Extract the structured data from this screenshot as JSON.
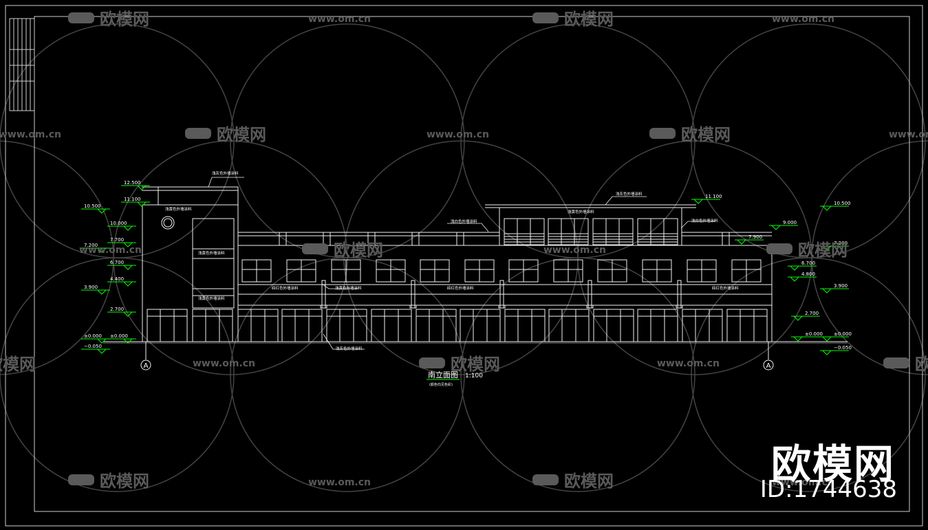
{
  "drawing": {
    "title": "南立面图",
    "scale": "1:100",
    "subtitle": "(颜色均见色彩)",
    "axis_left": "A",
    "axis_right": "A"
  },
  "levels_left": [
    "12.500",
    "11.100",
    "10.500",
    "10.000",
    "7.700",
    "7.200",
    "6.700",
    "4.400",
    "3.900",
    "2.700",
    "±0.000",
    "±0.000",
    "−0.050"
  ],
  "levels_right": [
    "11.100",
    "10.500",
    "9.000",
    "7.900",
    "7.200",
    "6.700",
    "4.800",
    "3.900",
    "2.700",
    "±0.000",
    "±0.000",
    "−0.050"
  ],
  "notes": {
    "roof_left": "浅灰色外墙涂料",
    "tower_top": "浅黄色外墙涂料",
    "tower_mid": "浅黄色外墙涂料",
    "tower_low": "浅黄色外墙涂料",
    "roof_right": "浅灰色外墙涂料",
    "upper_band": "浅白色外墙涂料",
    "right_band": "浅白色外墙涂料",
    "mid_1": "砖红色外墙涂料",
    "mid_2": "浅黄色外墙涂料",
    "mid_3": "砖红色外墙涂料",
    "mid_4": "砖红色外墙涂料",
    "bottom": "浅灰色外墙涂料"
  },
  "watermark": {
    "brand": "欧模网",
    "url": "www.om.cn",
    "big_name": "欧模网",
    "big_id": "ID:1744638"
  },
  "colors": {
    "background": "#000000",
    "lines": "#ffffff",
    "level_marks": "#00ff00",
    "watermark": "#5a5a5a"
  }
}
